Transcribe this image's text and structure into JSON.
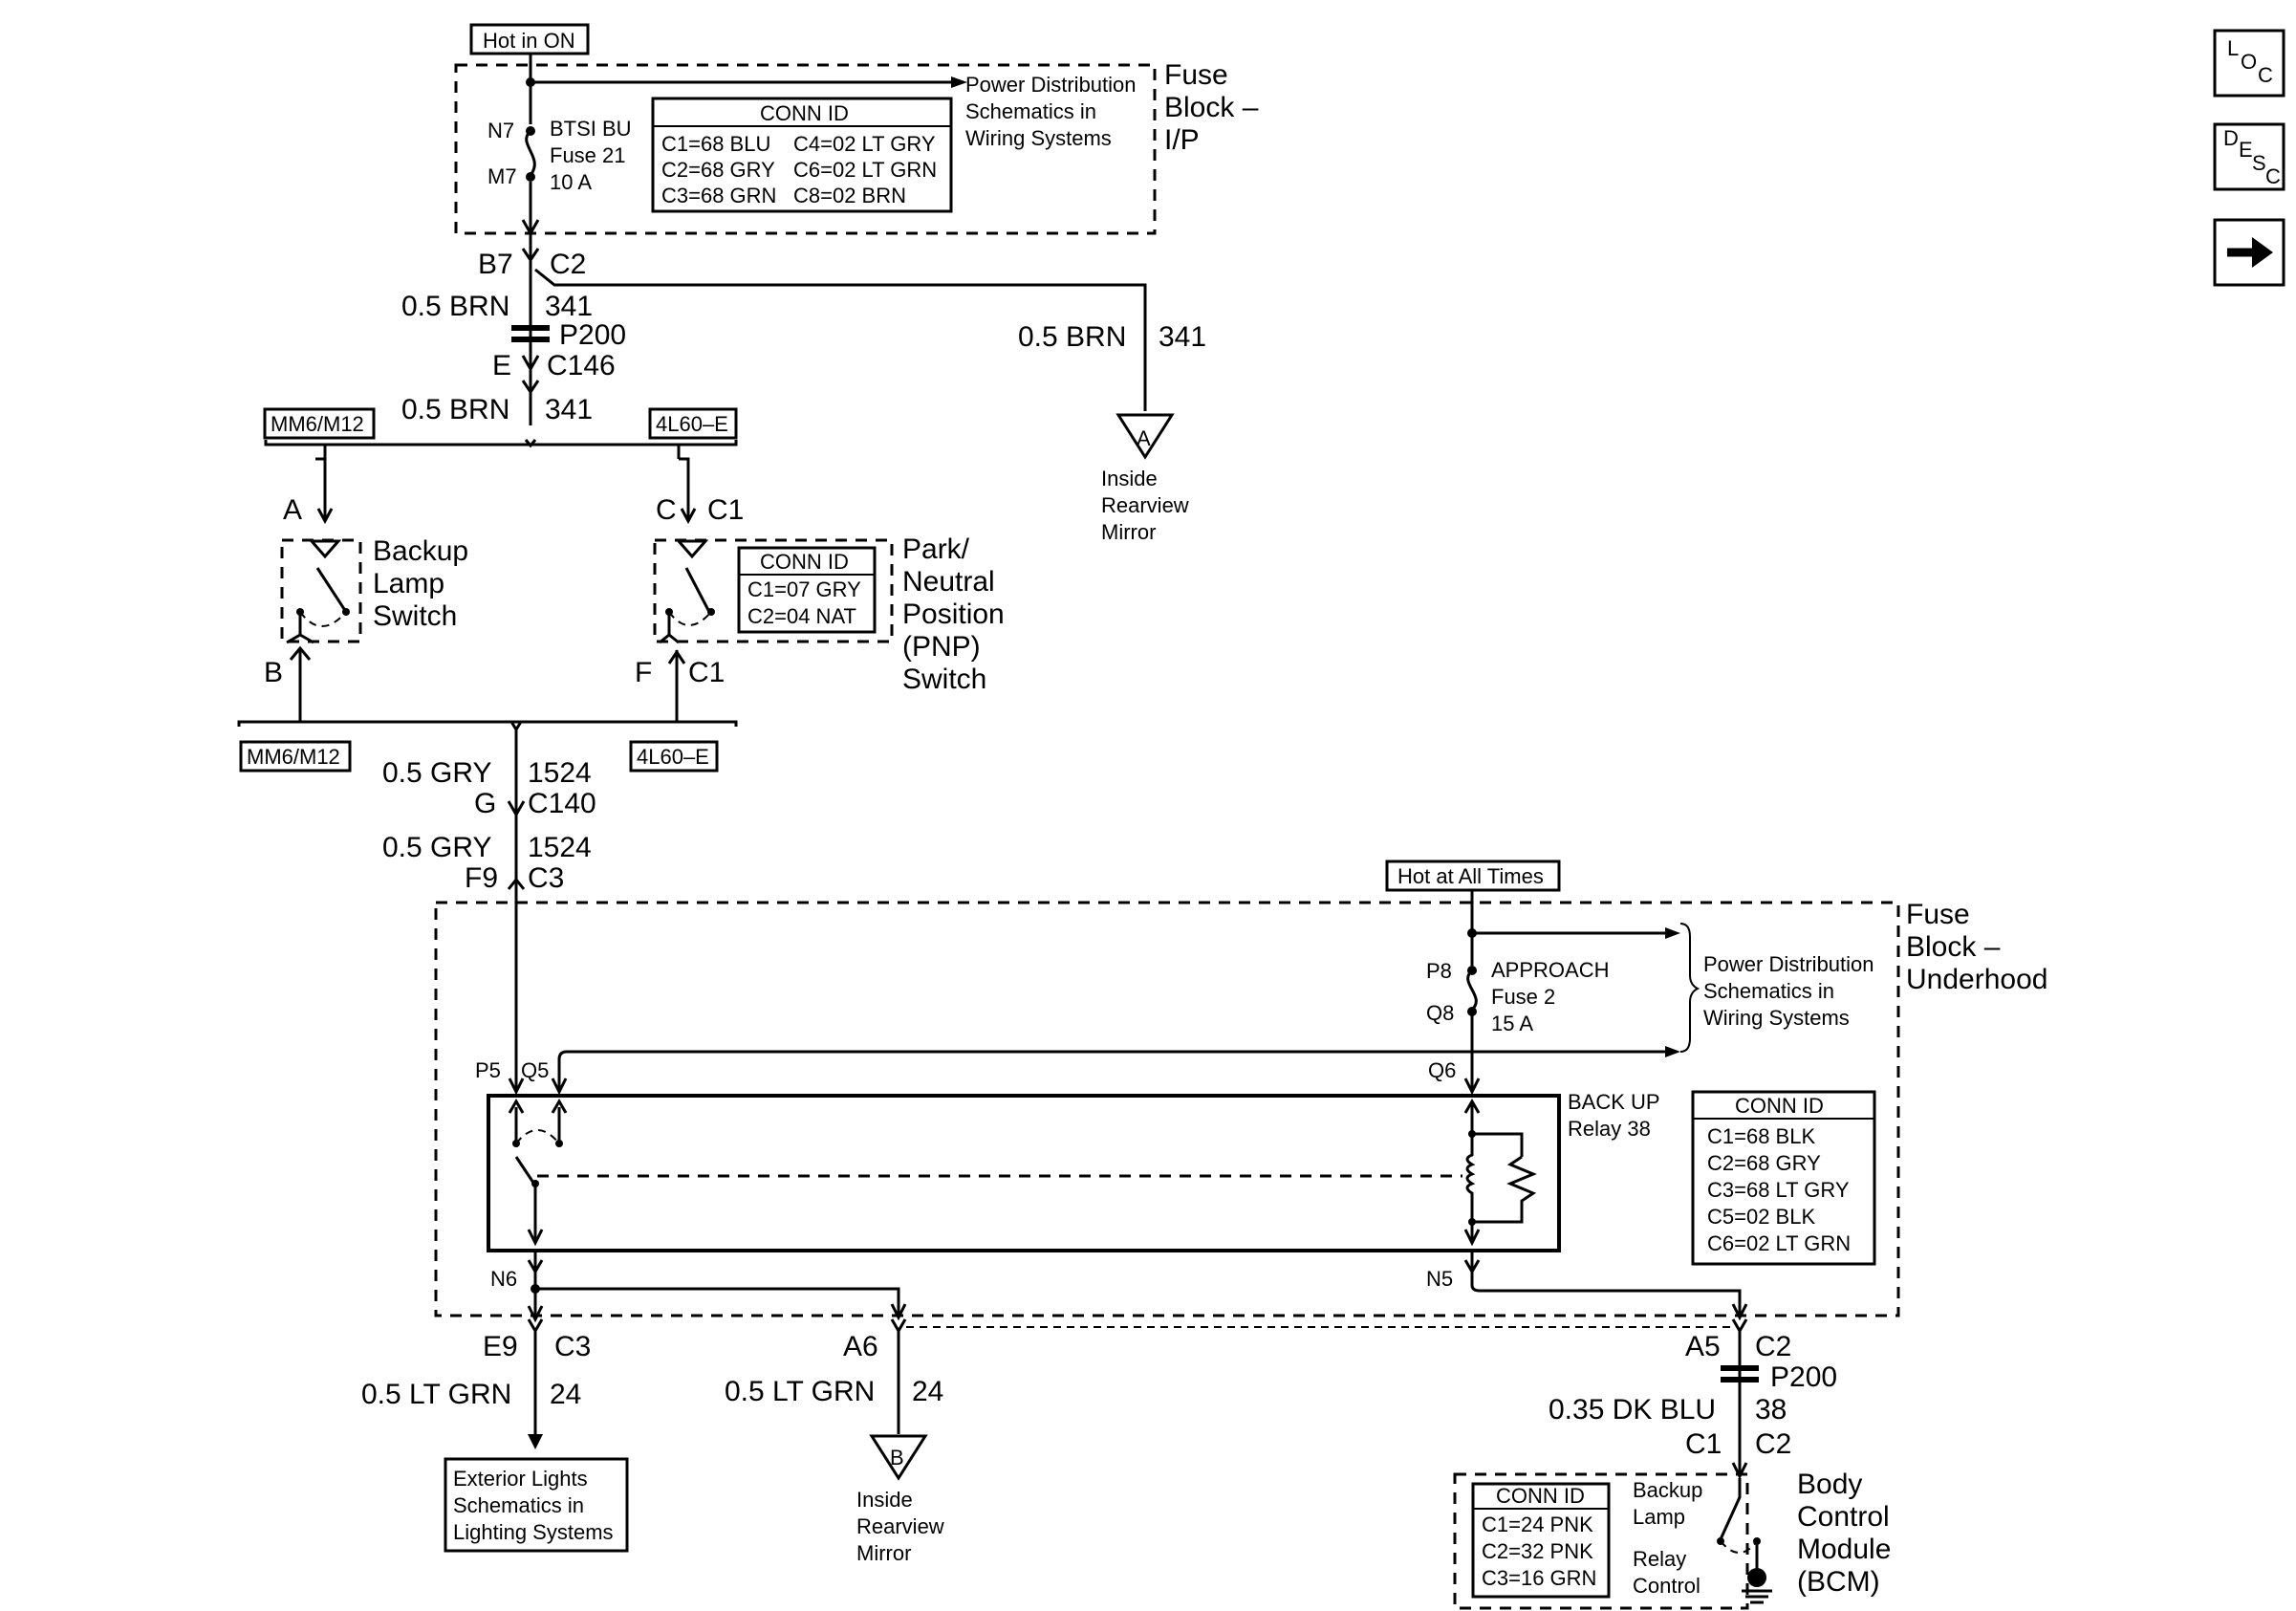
{
  "nav": {
    "loc_icon": "loc-icon",
    "desc_icon": "desc-icon",
    "next_icon": "arrow-right-icon"
  },
  "labels": {
    "hot_in_on": "Hot in ON",
    "hot_at_all_times": "Hot at All Times",
    "fuse_block_ip": [
      "Fuse",
      "Block –",
      "I/P"
    ],
    "fuse_block_uh": [
      "Fuse",
      "Block –",
      "Underhood"
    ],
    "pd_ref_top": [
      "Power Distribution",
      "Schematics in",
      "Wiring Systems"
    ],
    "pd_ref_mid": [
      "Power Distribution",
      "Schematics in",
      "Wiring Systems"
    ],
    "btsi_fuse": [
      "BTSI BU",
      "Fuse 21",
      "10 A"
    ],
    "approach_fuse": [
      "APPROACH",
      "Fuse 2",
      "15 A"
    ],
    "backup_relay": [
      "BACK UP",
      "Relay 38"
    ],
    "backup_switch": [
      "Backup",
      "Lamp",
      "Switch"
    ],
    "pnp_switch": [
      "Park/",
      "Neutral",
      "Position",
      "(PNP)",
      "Switch"
    ],
    "inside_mirror_a": [
      "Inside",
      "Rearview",
      "Mirror"
    ],
    "inside_mirror_b": [
      "Inside",
      "Rearview",
      "Mirror"
    ],
    "exterior_lights": [
      "Exterior Lights",
      "Schematics in",
      "Lighting Systems"
    ],
    "bcm": [
      "Body",
      "Control",
      "Module",
      "(BCM)"
    ],
    "bcm_backup": [
      "Backup",
      "Lamp"
    ],
    "bcm_relay": [
      "Relay",
      "Control"
    ],
    "option_mm6": "MM6/M12",
    "option_4l60": "4L60–E",
    "offpage_a": "A",
    "offpage_b": "B"
  },
  "pins": {
    "n7": "N7",
    "m7": "M7",
    "b7": "B7",
    "c2": "C2",
    "p200": "P200",
    "e": "E",
    "c146": "C146",
    "a": "A",
    "c": "C",
    "c1": "C1",
    "b": "B",
    "f": "F",
    "g": "G",
    "c140": "C140",
    "f9": "F9",
    "c3": "C3",
    "p8": "P8",
    "q8": "Q8",
    "p5": "P5",
    "q5": "Q5",
    "q6": "Q6",
    "n6": "N6",
    "n5": "N5",
    "e9": "E9",
    "a6": "A6",
    "a5": "A5"
  },
  "wires": {
    "brn_size": "0.5 BRN",
    "brn_circuit": "341",
    "gry_size": "0.5 GRY",
    "gry_circuit": "1524",
    "ltgrn_size": "0.5 LT GRN",
    "ltgrn_circuit": "24",
    "dkblu_size": "0.35 DK BLU",
    "dkblu_circuit": "38"
  },
  "conn_ids": {
    "ip": {
      "title": "CONN ID",
      "rows": [
        [
          "C1=68 BLU",
          "C4=02 LT GRY"
        ],
        [
          "C2=68 GRY",
          "C6=02 LT GRN"
        ],
        [
          "C3=68 GRN",
          "C8=02 BRN"
        ]
      ]
    },
    "pnp": {
      "title": "CONN ID",
      "rows": [
        "C1=07 GRY",
        "C2=04 NAT"
      ]
    },
    "underhood": {
      "title": "CONN ID",
      "rows": [
        "C1=68 BLK",
        "C2=68 GRY",
        "C3=68 LT GRY",
        "C5=02 BLK",
        "C6=02 LT GRN"
      ]
    },
    "bcm": {
      "title": "CONN ID",
      "rows": [
        "C1=24 PNK",
        "C2=32 PNK",
        "C3=16 GRN"
      ]
    }
  }
}
